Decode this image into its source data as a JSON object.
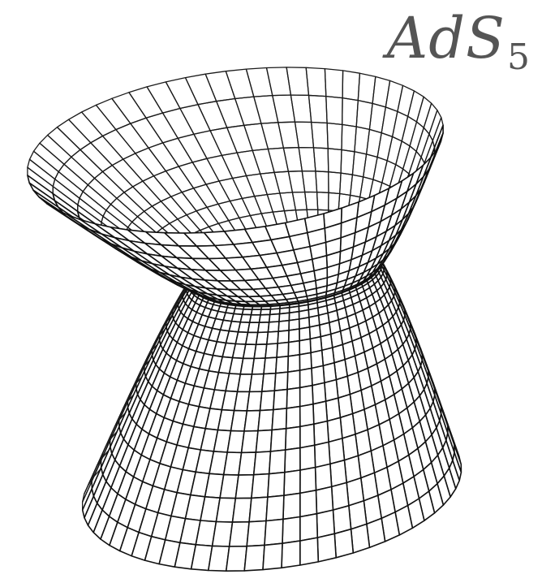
{
  "title": {
    "base": "AdS",
    "subscript": "5"
  },
  "figure": {
    "type": "hyperboloid-wireframe",
    "ink_color": "#111111",
    "background": "#ffffff",
    "label_color": "#555555"
  }
}
